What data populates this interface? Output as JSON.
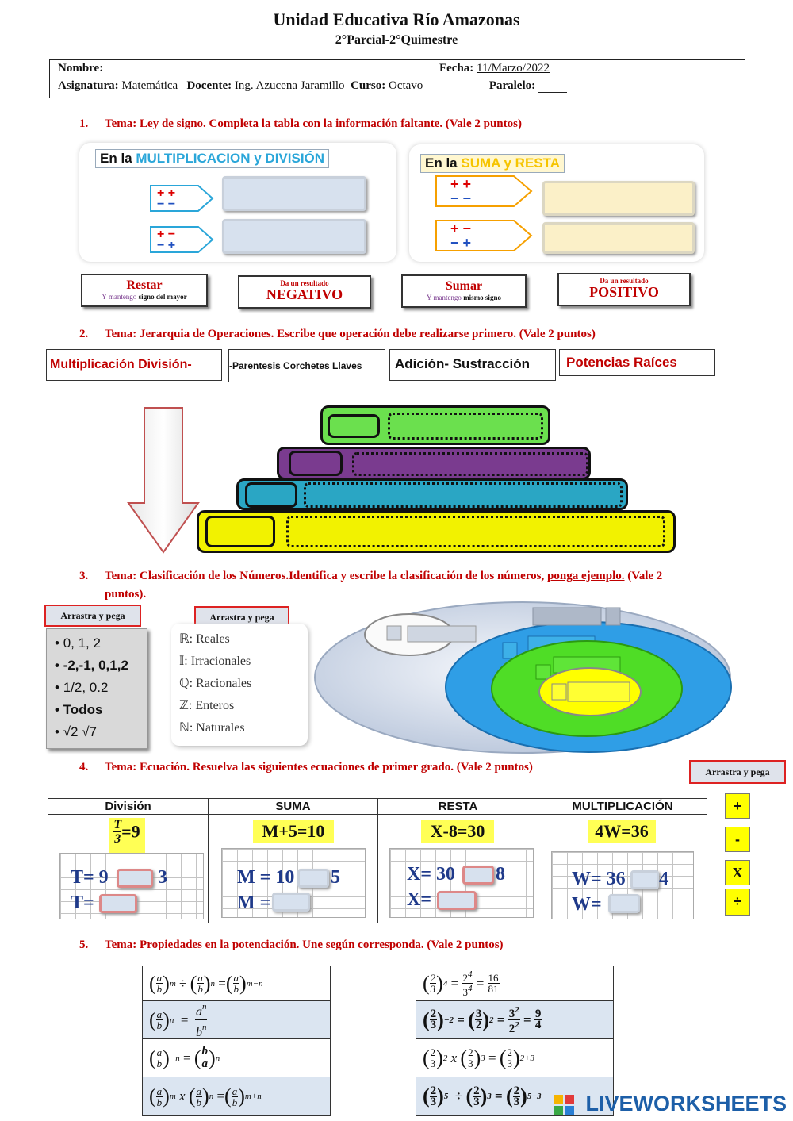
{
  "header": {
    "school": "Unidad Educativa Río Amazonas",
    "period": "2°Parcial-2°Quimestre",
    "nombre_label": "Nombre:",
    "fecha_label": "Fecha:",
    "fecha_value": "11/Marzo/2022",
    "asignatura_label": "Asignatura:",
    "asignatura_value": "Matemática",
    "docente_label": "Docente:",
    "docente_value": "Ing. Azucena Jaramillo",
    "curso_label": "Curso:",
    "curso_value": "Octavo",
    "paralelo_label": "Paralelo:"
  },
  "q1": {
    "number": "1.",
    "title": "Tema: Ley de signo. Completa la tabla con la información faltante. (Vale 2 puntos)",
    "panel_mult_prefix": "En la",
    "panel_mult_highlight": "MULTIPLICACION y DIVISIÓN",
    "panel_sum_prefix": "En la",
    "panel_sum_highlight": "SUMA y RESTA",
    "mult_row1_signs": "+ + / − −",
    "mult_row2_signs": "+ − / − +",
    "sum_row1_signs": "+ + / − −",
    "sum_row2_signs": "+ − / − +",
    "chips": [
      {
        "big": "Restar",
        "small_pre": "Y mantengo",
        "small_post": "signo del mayor"
      },
      {
        "big_top": "Da un resultado",
        "big": "NEGATIVO"
      },
      {
        "big": "Sumar",
        "small_pre": "Y mantengo",
        "small_post": "mismo signo"
      },
      {
        "big_top": "Da un resultado",
        "big": "POSITIVO"
      }
    ]
  },
  "q2": {
    "number": "2.",
    "title": "Tema: Jerarquia de Operaciones. Escribe que operación debe realizarse primero. (Vale 2 puntos)",
    "options": [
      "Multiplicación División-",
      "-Parentesis Corchetes Llaves",
      "Adición- Sustracción",
      "Potencias Raíces"
    ],
    "colors": {
      "green": "#6be04e",
      "purple": "#7a3b8f",
      "teal": "#2aa6c4",
      "yellow": "#f2f200"
    }
  },
  "q3": {
    "number": "3.",
    "title_pre": "Tema: Clasificación de los Números.Identifica y escribe la clasificación de los números,",
    "title_link": "ponga ejemplo.",
    "title_post": "(Vale 2",
    "title_line2": "puntos).",
    "tag1": "Arrastra y pega",
    "tag2": "Arrastra y pega",
    "numbers": [
      "0, 1, 2",
      "-2,-1, 0,1,2",
      "1/2, 0.2",
      "Todos",
      "√2  √7"
    ],
    "sets": [
      {
        "sym": "ℝ:",
        "name": "Reales"
      },
      {
        "sym": "𝕀:",
        "name": "Irracionales"
      },
      {
        "sym": "ℚ:",
        "name": "Racionales"
      },
      {
        "sym": "ℤ:",
        "name": "Enteros"
      },
      {
        "sym": "ℕ:",
        "name": "Naturales"
      }
    ]
  },
  "q4": {
    "number": "4.",
    "title": "Tema: Ecuación. Resuelva las siguientes ecuaciones de primer grado. (Vale 2 puntos)",
    "tag": "Arrastra y pega",
    "columns": [
      {
        "head": "División",
        "expr_num": "T",
        "expr_den": "3",
        "expr_rhs": "=9",
        "step1_a": "T= 9",
        "step1_b": "3",
        "step2": "T="
      },
      {
        "head": "SUMA",
        "expr": "M+5=10",
        "step1_a": "M = 10",
        "step1_b": "5",
        "step2": "M ="
      },
      {
        "head": "RESTA",
        "expr": "X-8=30",
        "step1_a": "X= 30",
        "step1_b": "8",
        "step2": "X="
      },
      {
        "head": "MULTIPLICACIÓN",
        "expr": "4W=36",
        "step1_a": "W= 36",
        "step1_b": "4",
        "step2": "W="
      }
    ],
    "operators": [
      "+",
      "-",
      "X",
      "÷"
    ]
  },
  "q5": {
    "number": "5.",
    "title": "Tema: Propiedades en la potenciación. Une según corresponda. (Vale 2 puntos)"
  },
  "footer": {
    "brand": "LIVEWORKSHEETS"
  }
}
